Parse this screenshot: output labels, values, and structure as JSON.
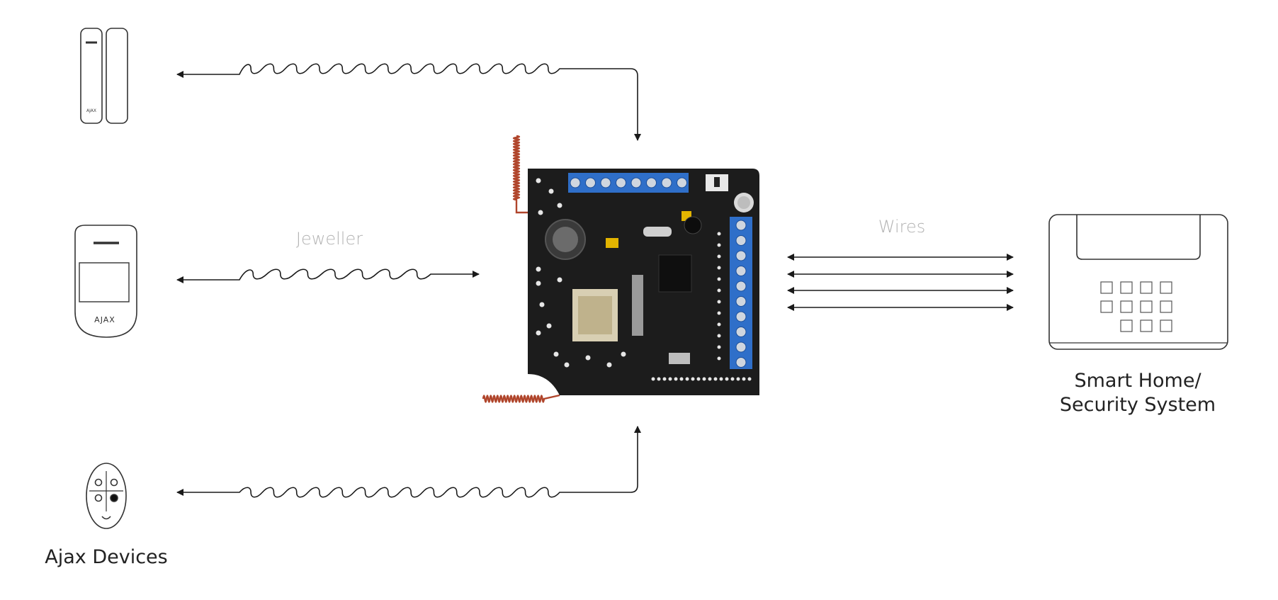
{
  "labels": {
    "jeweller": "Jeweller",
    "wires": "Wires",
    "smart_home_line1": "Smart Home/",
    "smart_home_line2": "Security System",
    "ajax_devices": "Ajax Devices"
  },
  "device_marks": {
    "motion_detector_brand": "AJAX",
    "door_sensor_brand": "AJAX"
  },
  "colors": {
    "line": "#1a1a1a",
    "label_gray": "#b3b3b3",
    "label_dark": "#222222",
    "board": "#1c1c1c",
    "terminal_blue": "#2f6fc9",
    "antenna_copper": "#b0452b",
    "device_outline": "#333333"
  },
  "icons": [
    "door-sensor-icon",
    "motion-detector-icon",
    "keyfob-icon",
    "control-panel-icon",
    "integration-board-image"
  ]
}
